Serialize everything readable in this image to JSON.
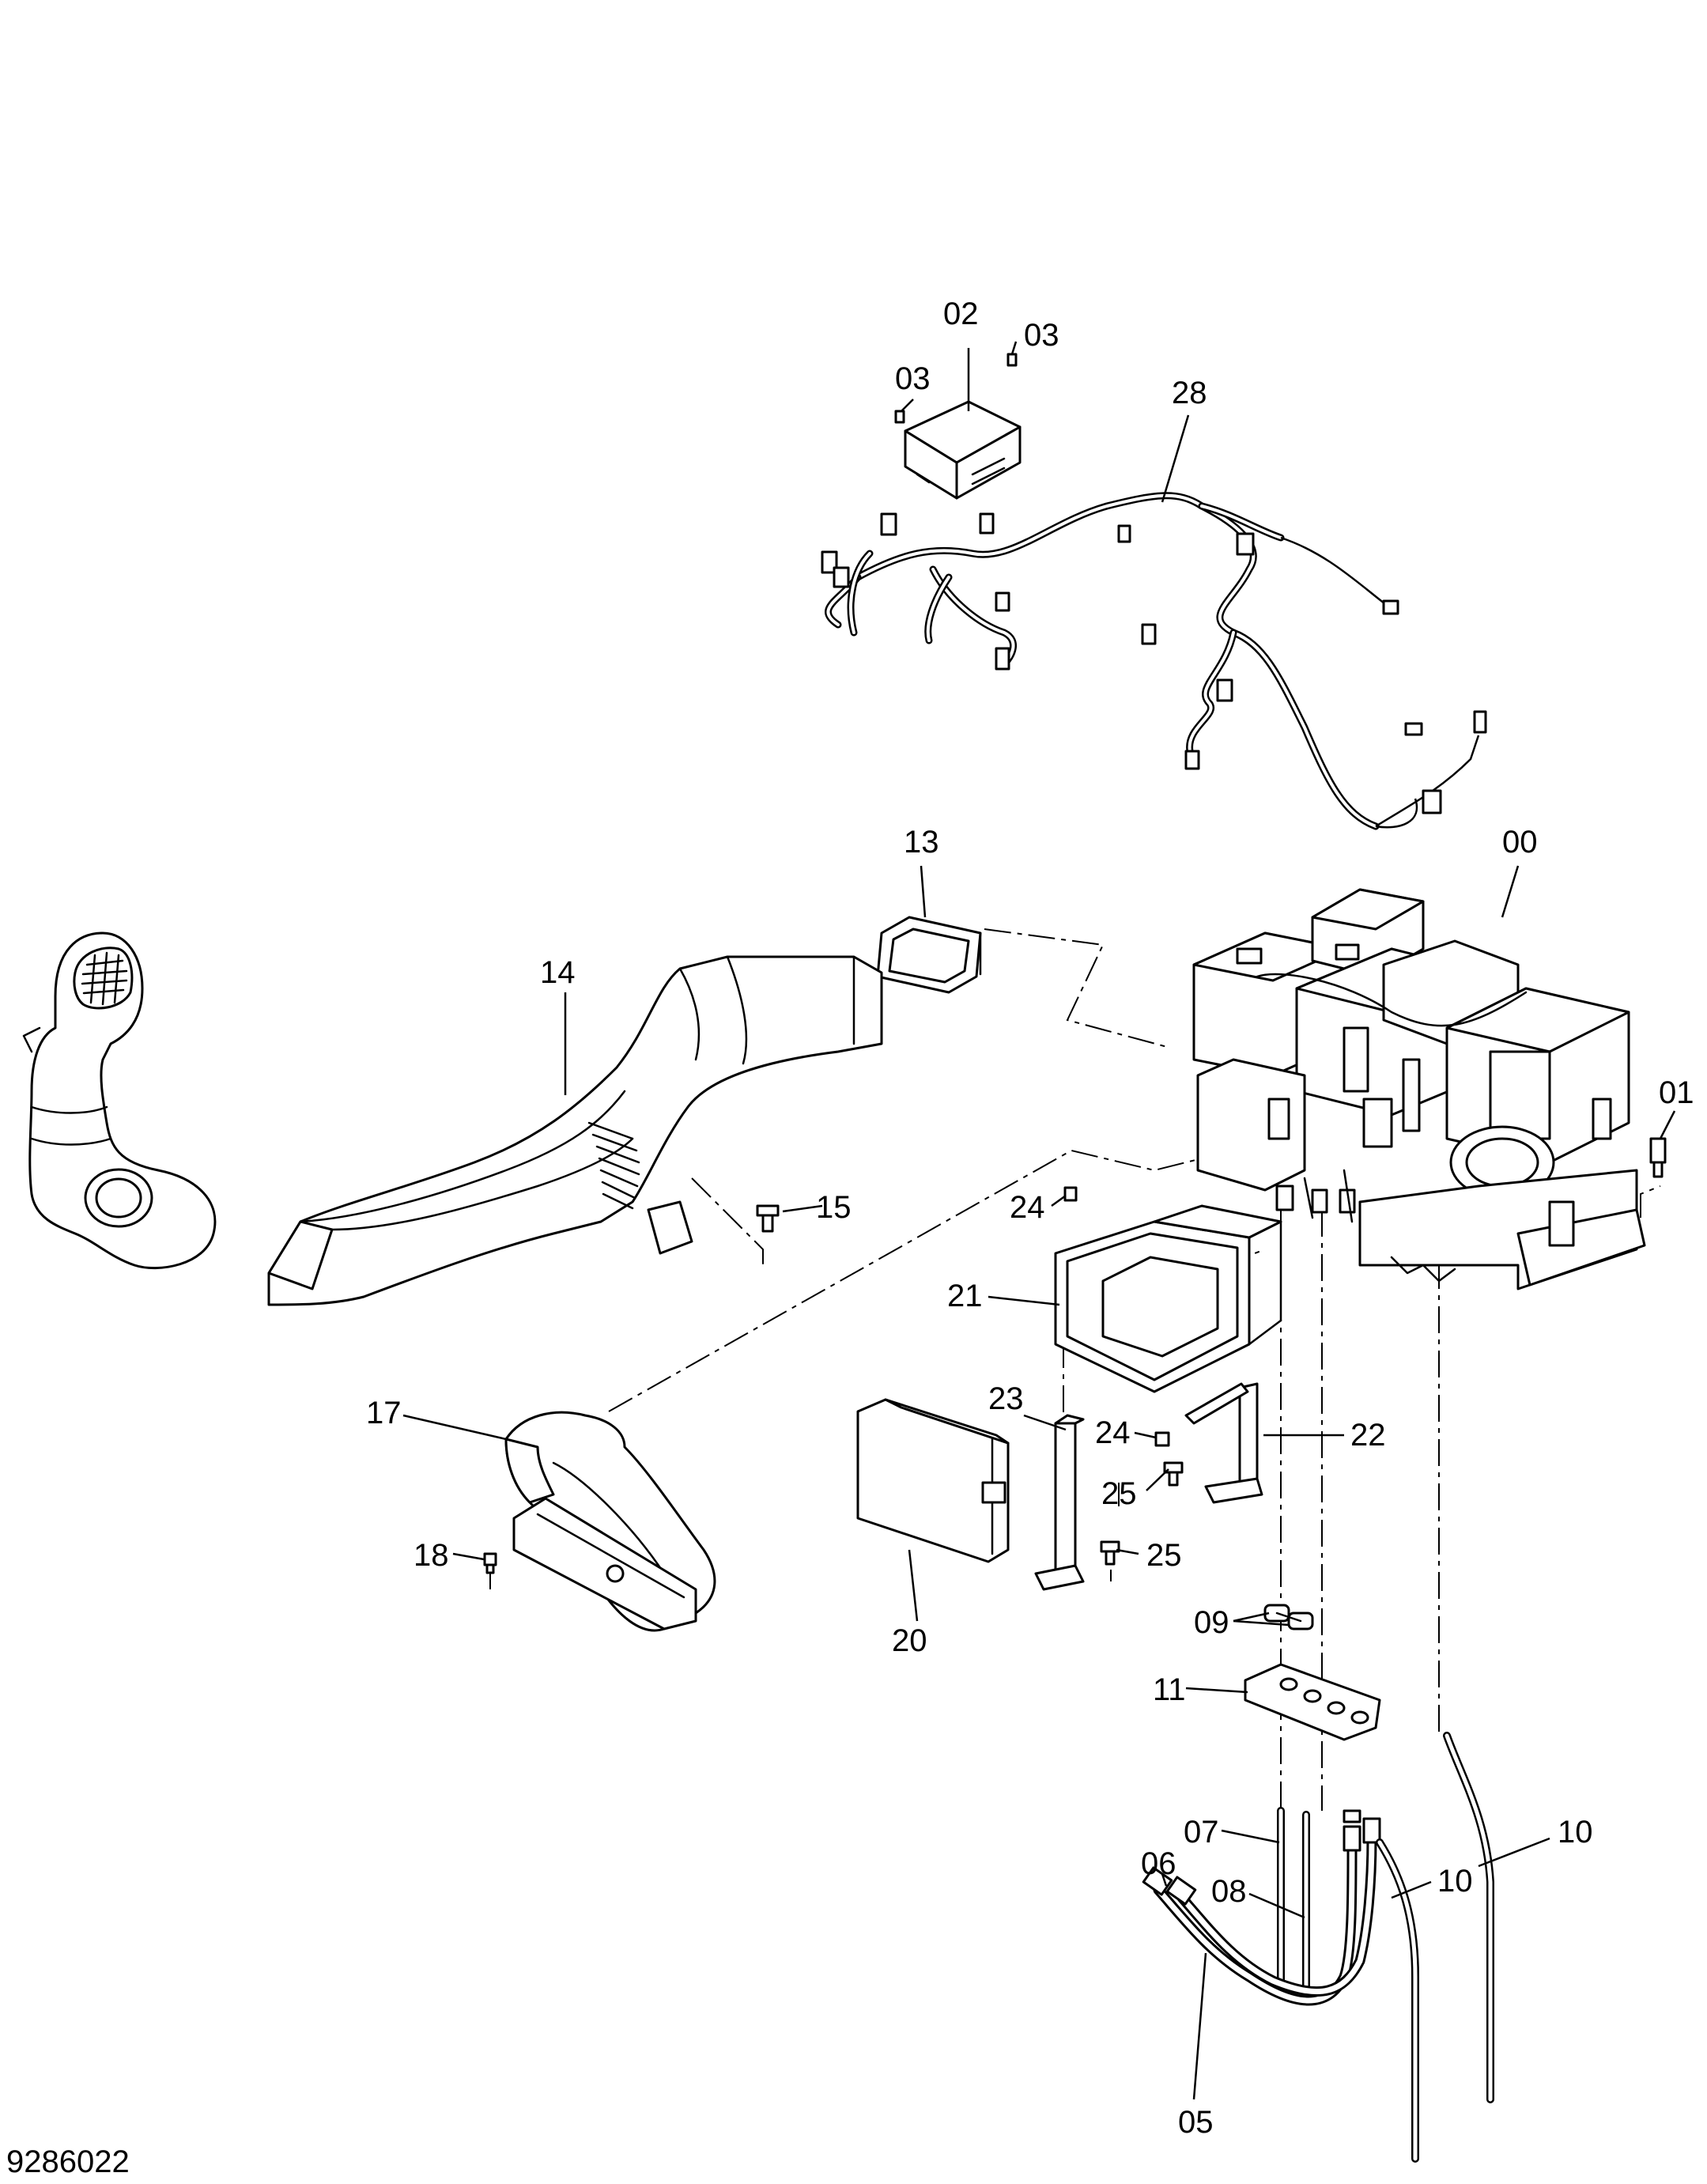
{
  "diagram": {
    "reference_number": "9286022",
    "callouts": {
      "c00": "00",
      "c01": "01",
      "c02": "02",
      "c03a": "03",
      "c03b": "03",
      "c05": "05",
      "c06": "06",
      "c07": "07",
      "c08": "08",
      "c09": "09",
      "c10a": "10",
      "c10b": "10",
      "c11": "11",
      "c13": "13",
      "c14": "14",
      "c15": "15",
      "c17": "17",
      "c18": "18",
      "c20": "20",
      "c21": "21",
      "c22": "22",
      "c23": "23",
      "c24a": "24",
      "c24b": "24",
      "c25a": "25",
      "c25b": "25",
      "c28": "28"
    }
  }
}
